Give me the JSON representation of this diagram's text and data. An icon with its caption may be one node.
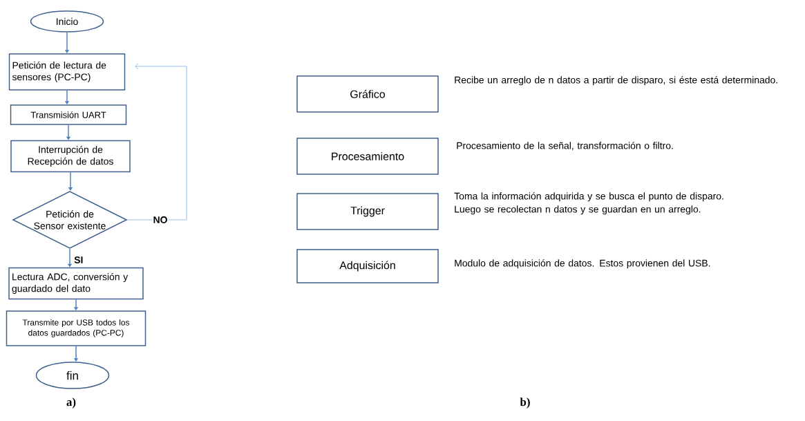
{
  "diagram": {
    "nodes": [
      {
        "text": [
          "Inicio"
        ]
      },
      {
        "text": [
          "Petición de lectura de sensores (PC-PC)"
        ]
      },
      {
        "text": [
          "Transmisión UART"
        ]
      },
      {
        "text": [
          "Interrupción de Recepción de datos"
        ]
      },
      {
        "text": [
          "Petición de Sensor existente"
        ]
      },
      {
        "text": [
          "Lectura ADC, conversión y guardado del dato"
        ]
      },
      {
        "text": [
          "Transmite por USB todos los datos guardados (PC-PC)"
        ]
      },
      {
        "text": [
          "fin"
        ]
      },
      {
        "text": [
          "Gráfico"
        ],
        "beside": [
          "Recibe un arreglo de n datos a partir de disparo, si éste está determinado."
        ]
      },
      {
        "text": [
          "Procesamiento"
        ],
        "beside": [
          "Procesamiento de la señal, transformación o filtro."
        ]
      },
      {
        "text": [
          "Trigger"
        ],
        "beside": [
          "Toma la información adquirida y se busca el punto de disparo. Luego se recolectan n datos y se guardan en un arreglo."
        ]
      },
      {
        "text": [
          "Adquisición"
        ],
        "beside": [
          "Modulo de adquisición de datos. Estos provienen del USB."
        ]
      }
    ],
    "edges": [
      {
        "from": 0,
        "to": 1,
        "arrow": "to"
      },
      {
        "from": 1,
        "to": 2,
        "arrow": "to"
      },
      {
        "from": 2,
        "to": 3,
        "arrow": "to"
      },
      {
        "from": 3,
        "to": 4,
        "arrow": "to"
      },
      {
        "from": 4,
        "to": 1,
        "arrow": "to",
        "label": "NO",
        "color": "#8eb4e3"
      },
      {
        "from": 4,
        "to": 5,
        "arrow": "to",
        "label": "SI"
      },
      {
        "from": 5,
        "to": 6,
        "arrow": "to"
      },
      {
        "from": 6,
        "to": 7,
        "arrow": "to"
      }
    ],
    "labels": [
      "a)",
      "b)"
    ]
  }
}
